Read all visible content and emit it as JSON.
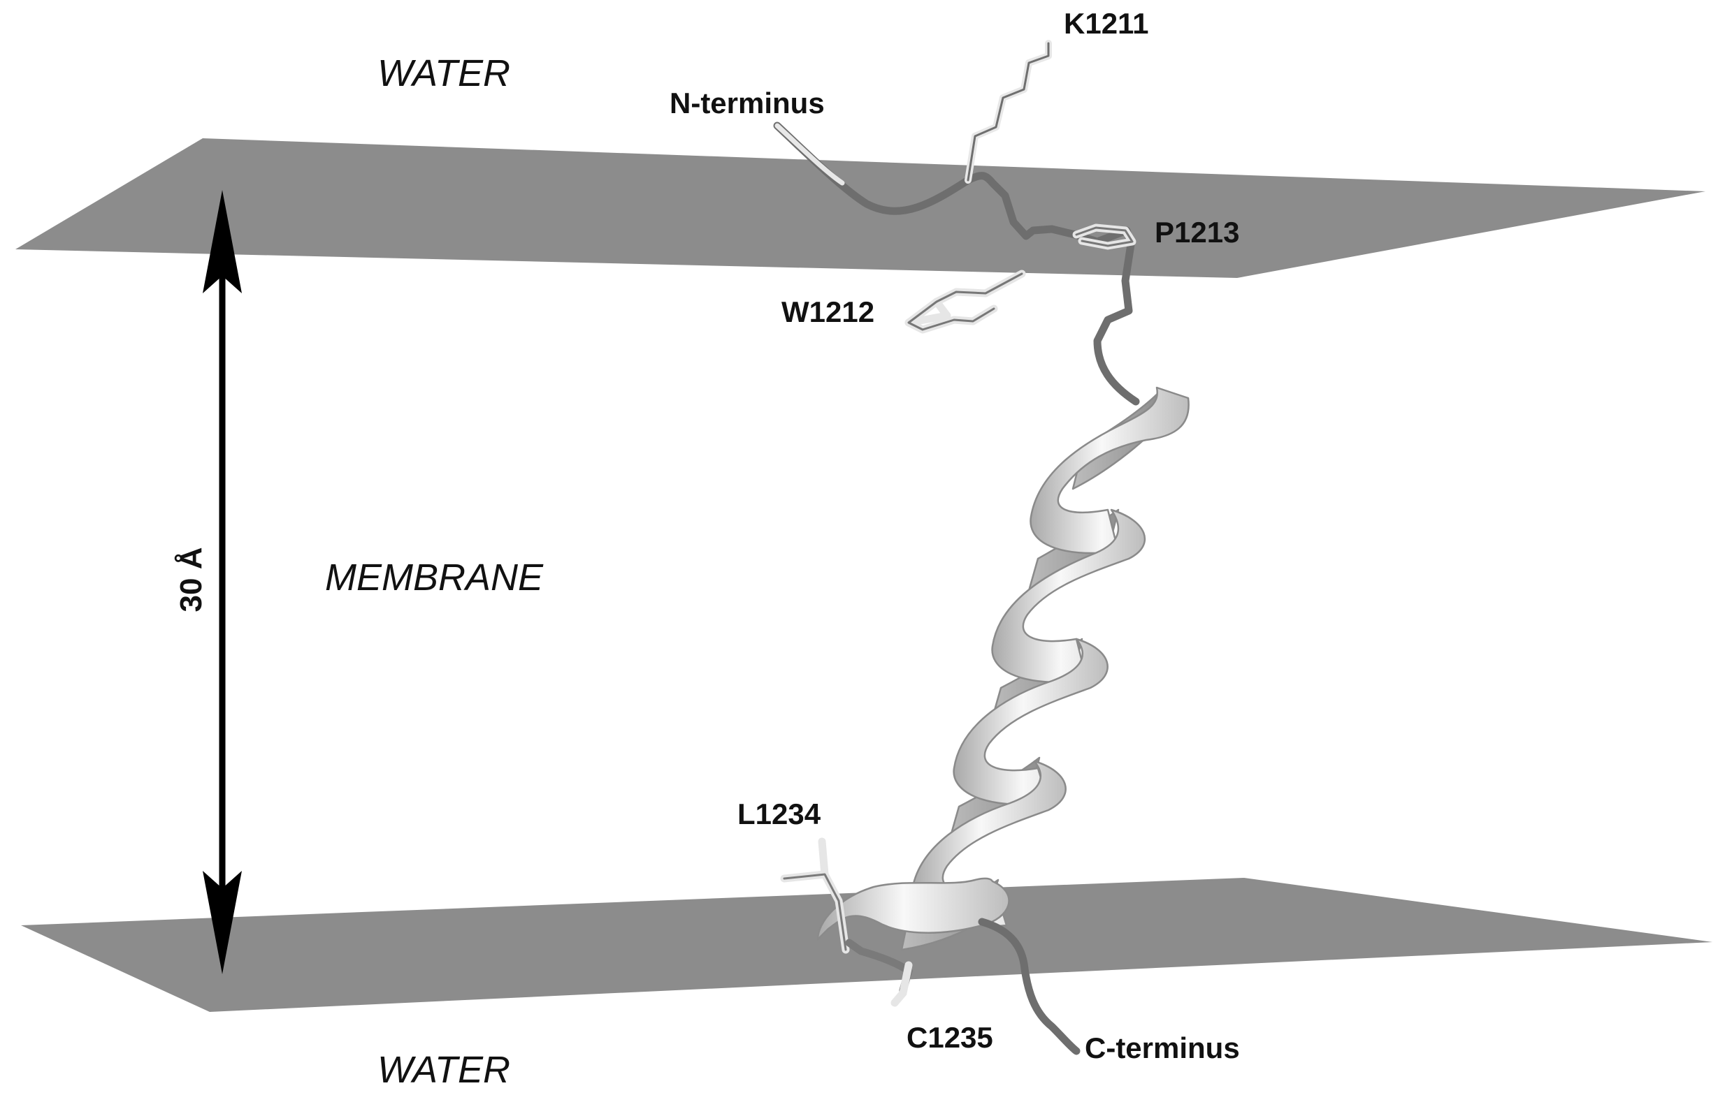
{
  "regions": {
    "water_top": "WATER",
    "membrane": "MEMBRANE",
    "water_bottom": "WATER"
  },
  "scale_bar": {
    "label": "30 Å"
  },
  "termini": {
    "n": "N-terminus",
    "c": "C-terminus"
  },
  "residues": {
    "k1211": "K1211",
    "p1213": "P1213",
    "w1212": "W1212",
    "l1234": "L1234",
    "c1235": "C1235"
  },
  "colors": {
    "membrane_plane": "#8c8c8c",
    "helix": "#ededed",
    "backbone": "#6e6e6e",
    "side_chain": "#e3e3e3",
    "arrow": "#000000"
  }
}
